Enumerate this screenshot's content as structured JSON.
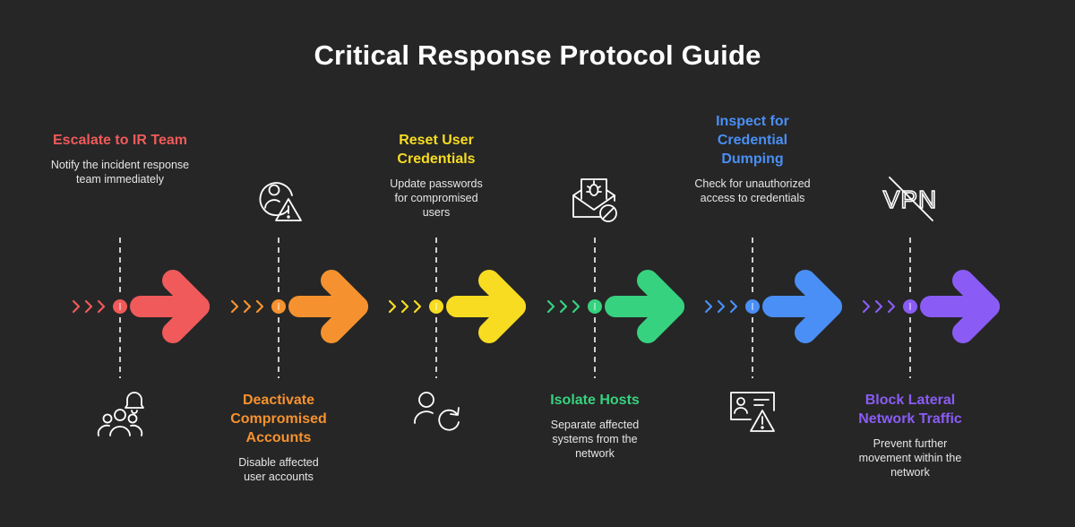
{
  "title": "Critical Response Protocol Guide",
  "steps": [
    {
      "title": "Escalate to IR Team",
      "desc": "Notify the incident response team immediately",
      "color": "#f05a5a",
      "icon": "bell-group-icon"
    },
    {
      "title": "Deactivate Compromised Accounts",
      "desc": "Disable affected user accounts",
      "color": "#f5922f",
      "icon": "user-warning-icon"
    },
    {
      "title": "Reset User Credentials",
      "desc": "Update passwords for compromised users",
      "color": "#f7dc22",
      "icon": "user-refresh-icon"
    },
    {
      "title": "Isolate Hosts",
      "desc": "Separate affected systems from the network",
      "color": "#37d27f",
      "icon": "mail-bug-block-icon"
    },
    {
      "title": "Inspect for Credential Dumping",
      "desc": "Check for unauthorized access to credentials",
      "color": "#4a8ff5",
      "icon": "id-card-warning-icon"
    },
    {
      "title": "Block Lateral Network Traffic",
      "desc": "Prevent further movement within the network",
      "color": "#8a5cf5",
      "icon": "vpn-off-icon"
    }
  ],
  "vpn_text": "VPN"
}
